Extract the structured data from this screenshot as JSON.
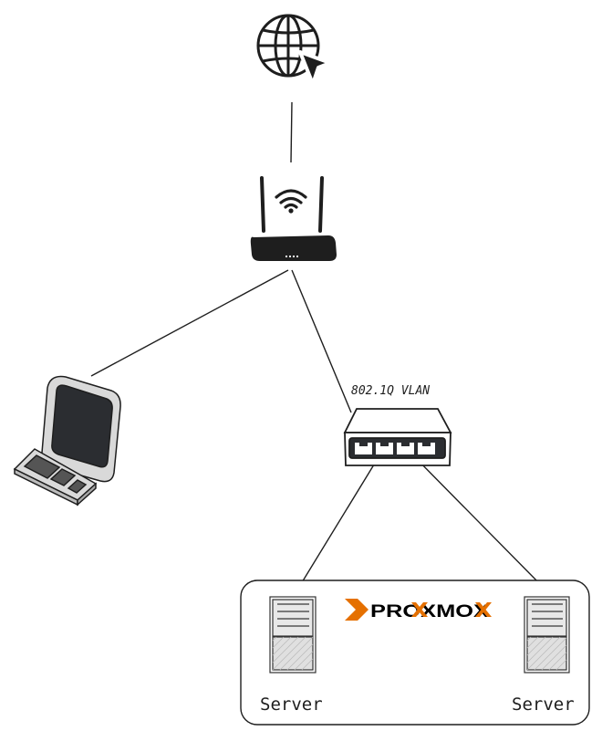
{
  "switch": {
    "label": "802.1Q VLAN"
  },
  "proxmox": {
    "logo_text": "PROXMOX",
    "x_color": "#e57000",
    "text_color": "#000000"
  },
  "servers": [
    {
      "label": "Server"
    },
    {
      "label": "Server"
    }
  ],
  "icons": [
    "globe-cursor-icon",
    "wifi-router-icon",
    "desktop-computer-icon",
    "network-switch-icon",
    "server-icon"
  ],
  "colors": {
    "stroke": "#1e1e1e",
    "device_fill": "#2b2d31",
    "screen_fill": "#3a3c40"
  }
}
